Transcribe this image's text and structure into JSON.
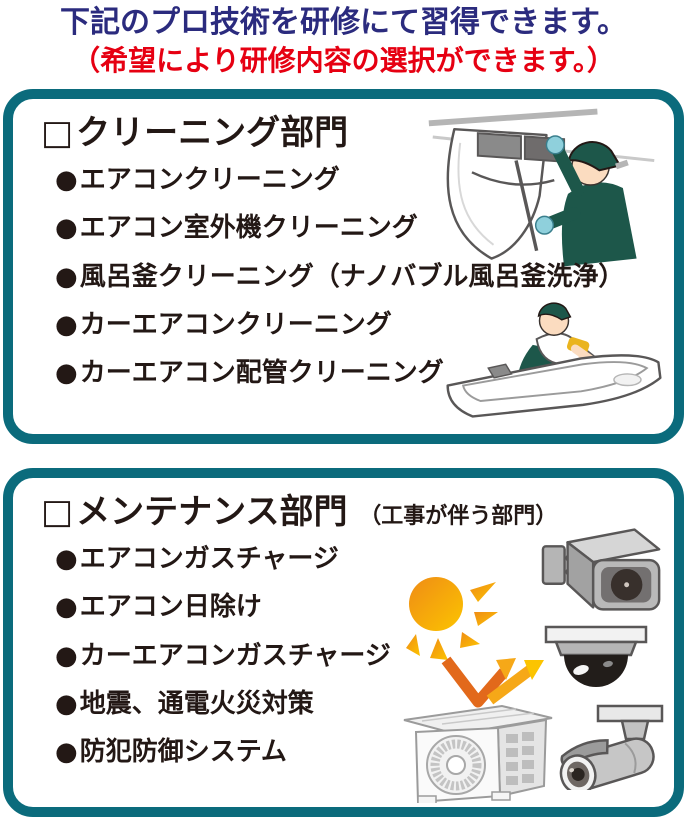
{
  "header": {
    "line1": "下記のプロ技術を研修にて習得できます。",
    "line2": "（希望により研修内容の選択ができます。）"
  },
  "glyphs": {
    "checkbox": "□",
    "bullet": "●"
  },
  "box1": {
    "title": "クリーニング部門",
    "items": [
      "エアコンクリーニング",
      "エアコン室外機クリーニング",
      "風呂釜クリーニング（ナノバブル風呂釜洗浄）",
      "カーエアコンクリーニング",
      "カーエアコン配管クリーニング"
    ]
  },
  "box2": {
    "title": "メンテナンス部門",
    "subtitle": "（工事が伴う部門）",
    "items": [
      "エアコンガスチャージ",
      "エアコン日除け",
      "カーエアコンガスチャージ",
      "地震、通電火災対策",
      "防犯防御システム"
    ]
  },
  "colors": {
    "title_navy": "#2b2b7e",
    "title_red": "#e60012",
    "border_teal": "#0b6b7c",
    "text_black": "#231815",
    "worker_green": "#1d574a",
    "glove_blue": "#8fd0dc",
    "glove_yellow": "#eab41e",
    "sun_orange": "#f6a818",
    "camera_gray": "#c6c6c6"
  }
}
